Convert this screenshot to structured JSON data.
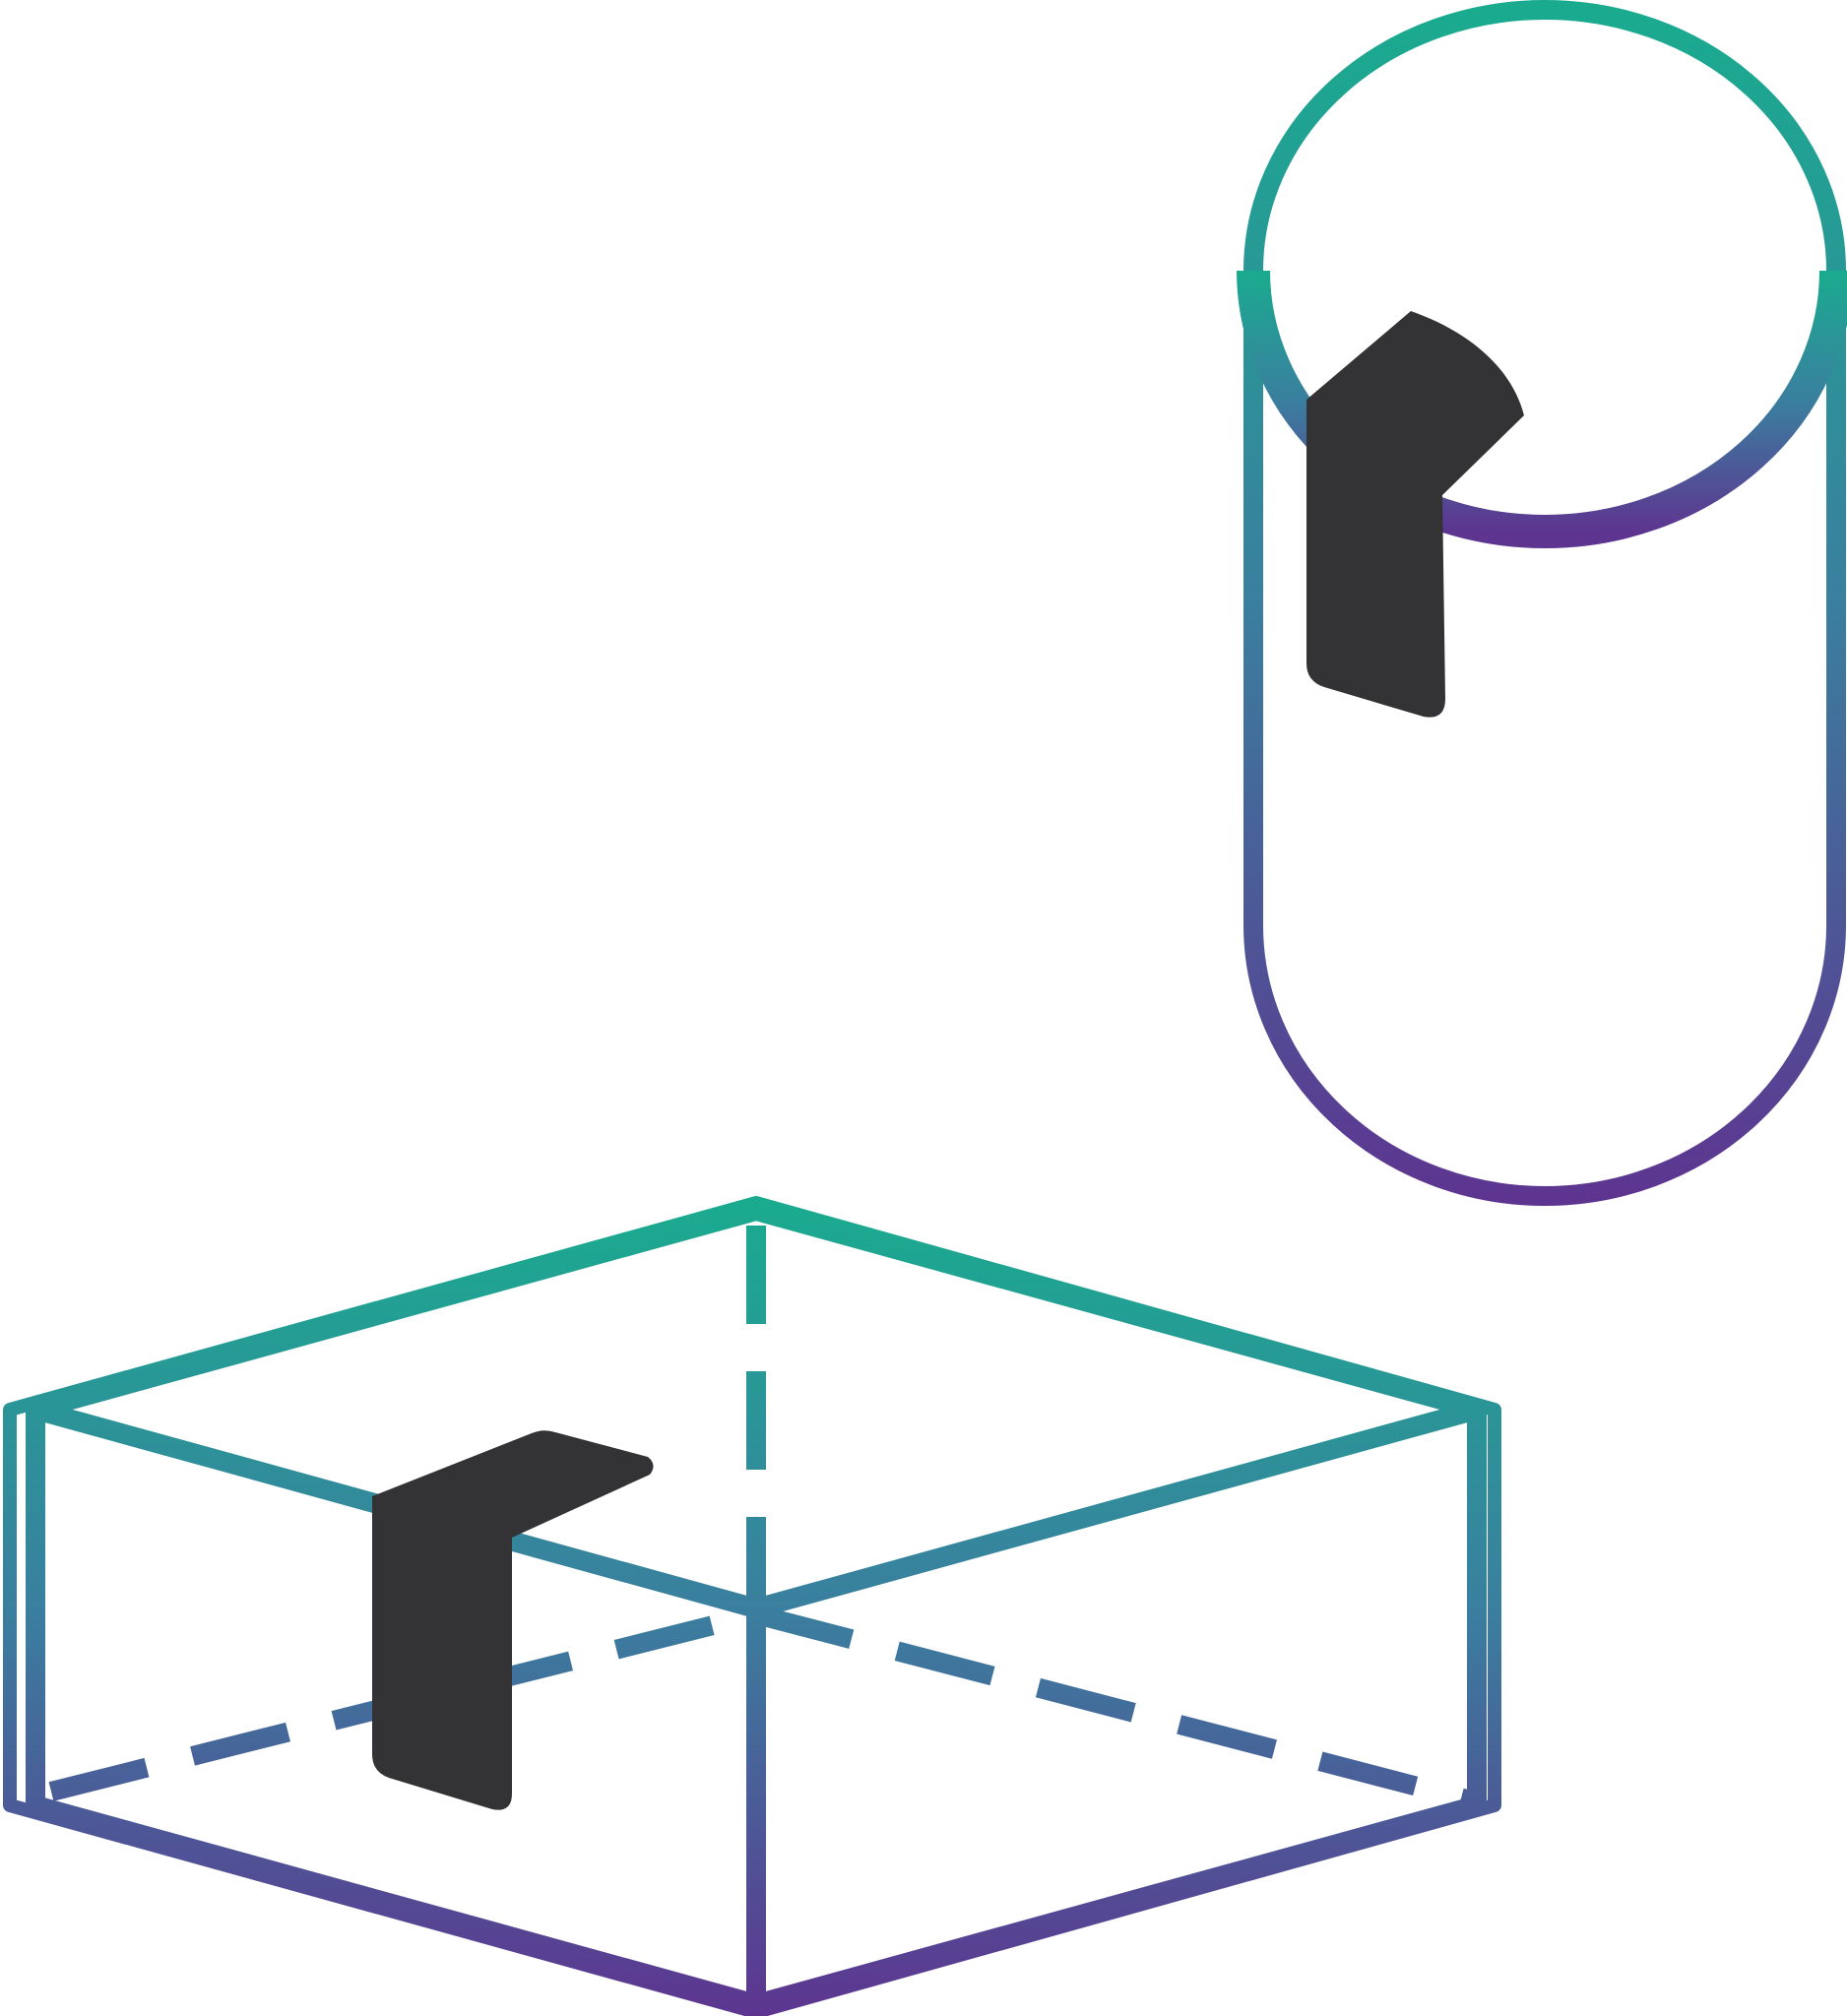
{
  "illustration": {
    "shapes": [
      "cylinder",
      "box"
    ],
    "markers": [
      "cylinder-l-bracket-marker",
      "box-l-bracket-marker"
    ]
  },
  "colors": {
    "gradient_top": "#1aab8f",
    "gradient_mid": "#3a7f9f",
    "gradient_bottom": "#5d3590",
    "marker_fill": "#333335",
    "background": "#ffffff"
  }
}
